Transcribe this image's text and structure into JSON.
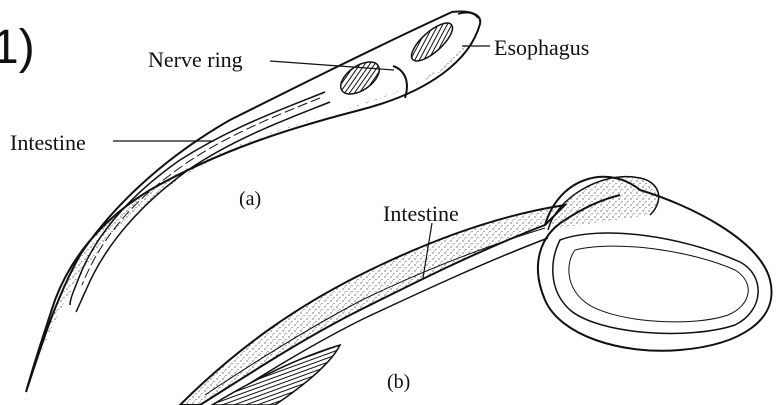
{
  "figure": {
    "number_fragment": "1)",
    "labels": {
      "nerve_ring": "Nerve ring",
      "esophagus": "Esophagus",
      "intestine_a": "Intestine",
      "intestine_b": "Intestine",
      "panel_a": "(a)",
      "panel_b": "(b)"
    }
  },
  "colors": {
    "ink": "#111111",
    "stipple": "#222222",
    "background": "#ffffff"
  }
}
